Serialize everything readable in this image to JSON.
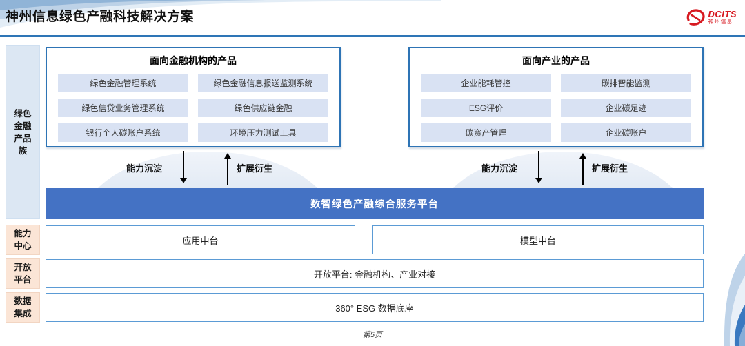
{
  "header": {
    "title": "神州信息绿色产融科技解决方案",
    "logo": {
      "brand": "DCITS",
      "sub": "神州信息"
    }
  },
  "rail": {
    "product_family": "绿色金融产品族",
    "capability_center": "能力中心",
    "open_platform": "开放平台",
    "data_integration": "数据集成"
  },
  "finance_box": {
    "title": "面向金融机构的产品",
    "items": [
      "绿色金融管理系统",
      "绿色金融信息报送监测系统",
      "绿色信贷业务管理系统",
      "绿色供应链金融",
      "银行个人碳账户系统",
      "环境压力测试工具"
    ]
  },
  "industry_box": {
    "title": "面向产业的产品",
    "items": [
      "企业能耗管控",
      "碳排智能监测",
      "ESG评价",
      "企业碳足迹",
      "碳资产管理",
      "企业碳账户"
    ]
  },
  "arrows": {
    "down_label": "能力沉淀",
    "up_label": "扩展衍生"
  },
  "platform_bar": {
    "label": "数智绿色产融综合服务平台"
  },
  "capability_row": {
    "app": "应用中台",
    "model": "模型中台"
  },
  "open_row": {
    "label": "开放平台: 金融机构、产业对接"
  },
  "data_row": {
    "label": "360° ESG 数据底座"
  },
  "footer": {
    "page": "第5页"
  },
  "colors": {
    "accent_blue": "#2e75b6",
    "bar_blue": "#4472c4",
    "item_blue": "#d9e2f3",
    "rail_blue": "#dce7f3",
    "rail_peach": "#fbe5d6",
    "logo_red": "#d71920"
  }
}
